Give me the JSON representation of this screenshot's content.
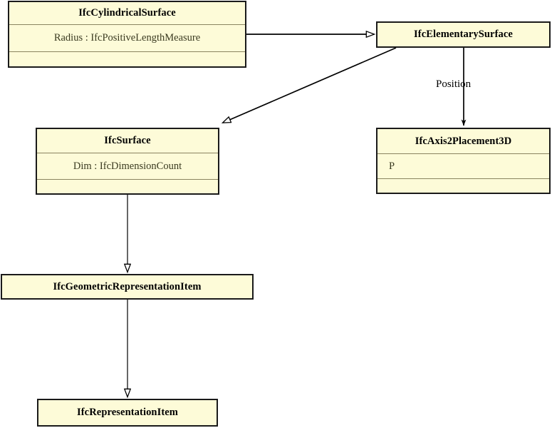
{
  "diagram": {
    "type": "uml-class-diagram",
    "background_color": "#ffffff",
    "box_fill_color": "#fdfbd8",
    "box_border_color": "#1a1a1a",
    "line_color": "#000000",
    "classes": [
      {
        "id": "ifc-cylindrical-surface",
        "name": "IfcCylindricalSurface",
        "attributes": [
          "Radius : IfcPositiveLengthMeasure"
        ],
        "has_empty_compartment": true
      },
      {
        "id": "ifc-elementary-surface",
        "name": "IfcElementarySurface",
        "attributes": [],
        "has_empty_compartment": false
      },
      {
        "id": "ifc-axis2-placement-3d",
        "name": "IfcAxis2Placement3D",
        "attributes": [
          "P"
        ],
        "has_empty_compartment": true
      },
      {
        "id": "ifc-surface",
        "name": "IfcSurface",
        "attributes": [
          "Dim : IfcDimensionCount"
        ],
        "has_empty_compartment": true
      },
      {
        "id": "ifc-geometric-representation-item",
        "name": "IfcGeometricRepresentationItem",
        "attributes": [],
        "has_empty_compartment": false
      },
      {
        "id": "ifc-representation-item",
        "name": "IfcRepresentationItem",
        "attributes": [],
        "has_empty_compartment": false
      }
    ],
    "relationships": [
      {
        "id": "rel-cylindrical-to-elementary",
        "from": "IfcCylindricalSurface",
        "to": "IfcElementarySurface",
        "kind": "generalization",
        "arrowhead": "hollow-triangle",
        "label": ""
      },
      {
        "id": "rel-elementary-to-surface",
        "from": "IfcElementarySurface",
        "to": "IfcSurface",
        "kind": "generalization",
        "arrowhead": "hollow-triangle",
        "label": ""
      },
      {
        "id": "rel-elementary-to-axis2placement",
        "from": "IfcElementarySurface",
        "to": "IfcAxis2Placement3D",
        "kind": "association",
        "arrowhead": "filled-arrow",
        "label": "Position"
      },
      {
        "id": "rel-surface-to-geometric",
        "from": "IfcSurface",
        "to": "IfcGeometricRepresentationItem",
        "kind": "generalization",
        "arrowhead": "hollow-triangle",
        "label": ""
      },
      {
        "id": "rel-geometric-to-representation",
        "from": "IfcGeometricRepresentationItem",
        "to": "IfcRepresentationItem",
        "kind": "generalization",
        "arrowhead": "hollow-triangle",
        "label": ""
      }
    ]
  }
}
